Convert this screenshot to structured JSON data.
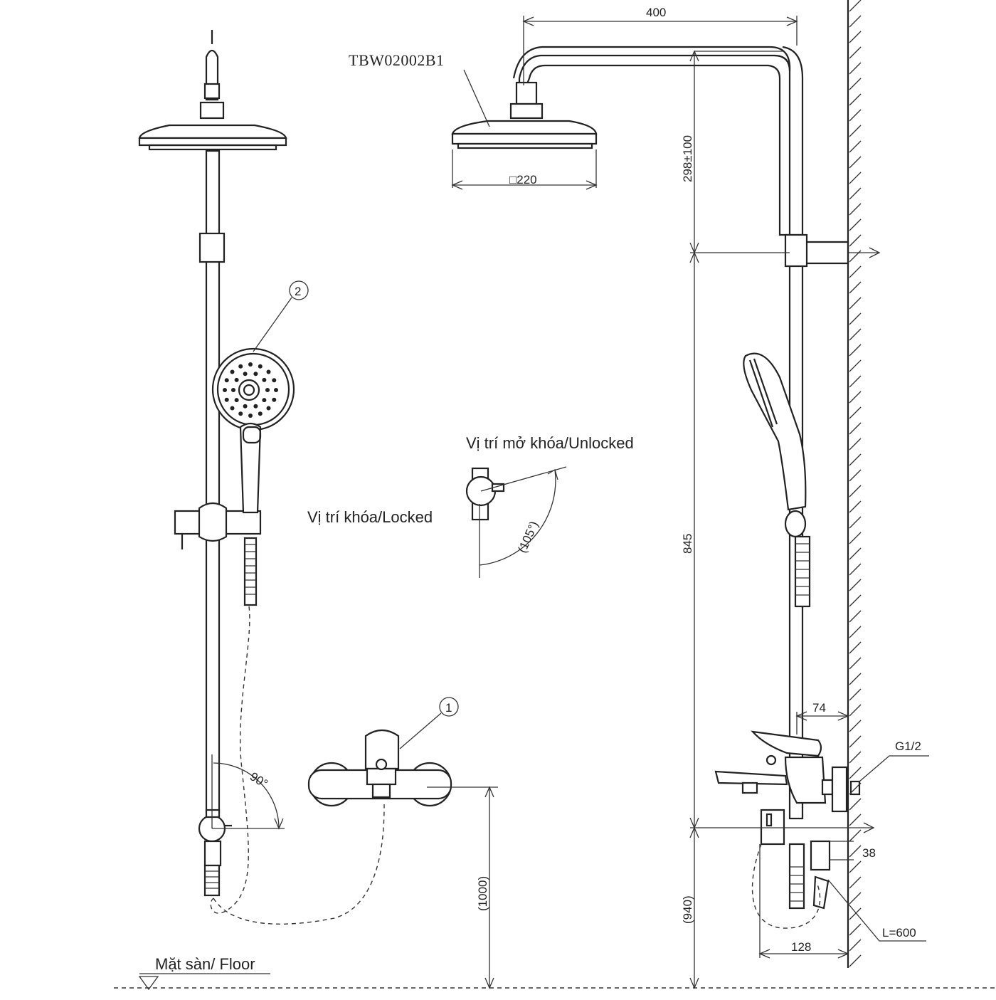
{
  "labels": {
    "model": "TBW02002B1",
    "unlocked": "Vị trí mở khóa/Unlocked",
    "locked": "Vị trí khóa/Locked",
    "floor": "Mặt sàn/ Floor",
    "thread": "G1/2",
    "hose_length": "L=600",
    "callout_1": "1",
    "callout_2": "2"
  },
  "dimensions": {
    "arm_length": "400",
    "head_size": "□220",
    "arm_drop": "298±100",
    "rail_height": "845",
    "mixer_height": "(1000)",
    "bracket_height": "(940)",
    "mixer_depth": "74",
    "outlet_offset": "38",
    "inlet_depth": "128",
    "lock_angle": "(105°)",
    "swivel_angle": "90°"
  }
}
